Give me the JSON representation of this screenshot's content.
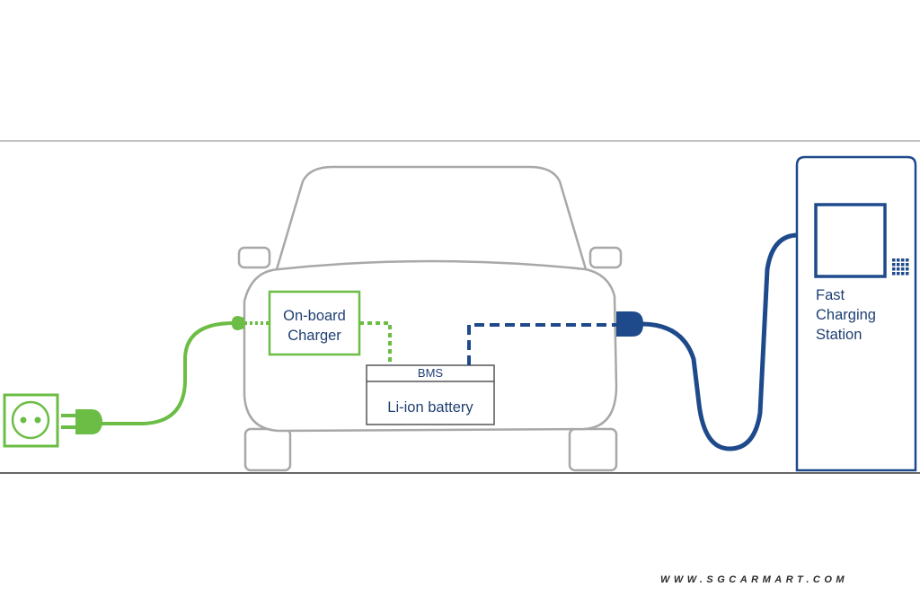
{
  "labels": {
    "onboard_charger_line1": "On-board",
    "onboard_charger_line2": "Charger",
    "bms": "BMS",
    "battery": "Li-ion battery",
    "station_line1": "Fast",
    "station_line2": "Charging",
    "station_line3": "Station"
  },
  "watermark": "WWW.SGCARMART.COM",
  "colors": {
    "ac_green": "#6cbd45",
    "dc_blue": "#1e4a8c",
    "car_outline": "#a8a8a8",
    "text_blue": "#1f3f73",
    "battery_box": "#555555",
    "ground_line": "#666666"
  }
}
